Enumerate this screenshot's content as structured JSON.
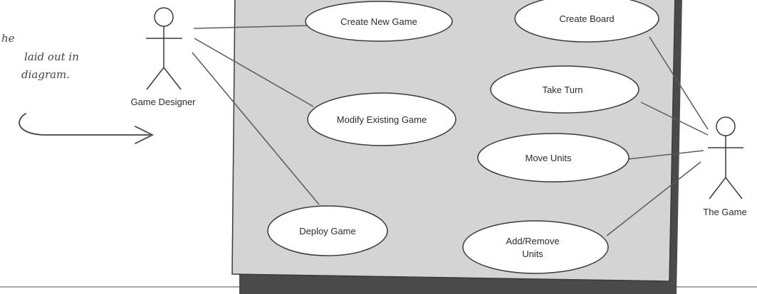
{
  "note": {
    "lines": [
      "he",
      "laid out in",
      "diagram."
    ]
  },
  "actors": {
    "game_designer": {
      "label": "Game Designer"
    },
    "the_game": {
      "label": "The Game"
    }
  },
  "use_cases": {
    "create_new_game": {
      "label": "Create New Game"
    },
    "modify_existing_game": {
      "label": "Modify Existing Game"
    },
    "deploy_game": {
      "label": "Deploy Game"
    },
    "create_board": {
      "label": "Create Board"
    },
    "take_turn": {
      "label": "Take Turn"
    },
    "move_units": {
      "label": "Move Units"
    },
    "add_remove_units": {
      "lines": [
        "Add/Remove",
        "Units"
      ]
    }
  },
  "colors": {
    "system_fill": "#d4d4d4",
    "system_shadow": "#4a4a4a",
    "line": "#5a5a5a",
    "ellipse_fill": "#ffffff",
    "ellipse_stroke": "#3a3a3a"
  }
}
